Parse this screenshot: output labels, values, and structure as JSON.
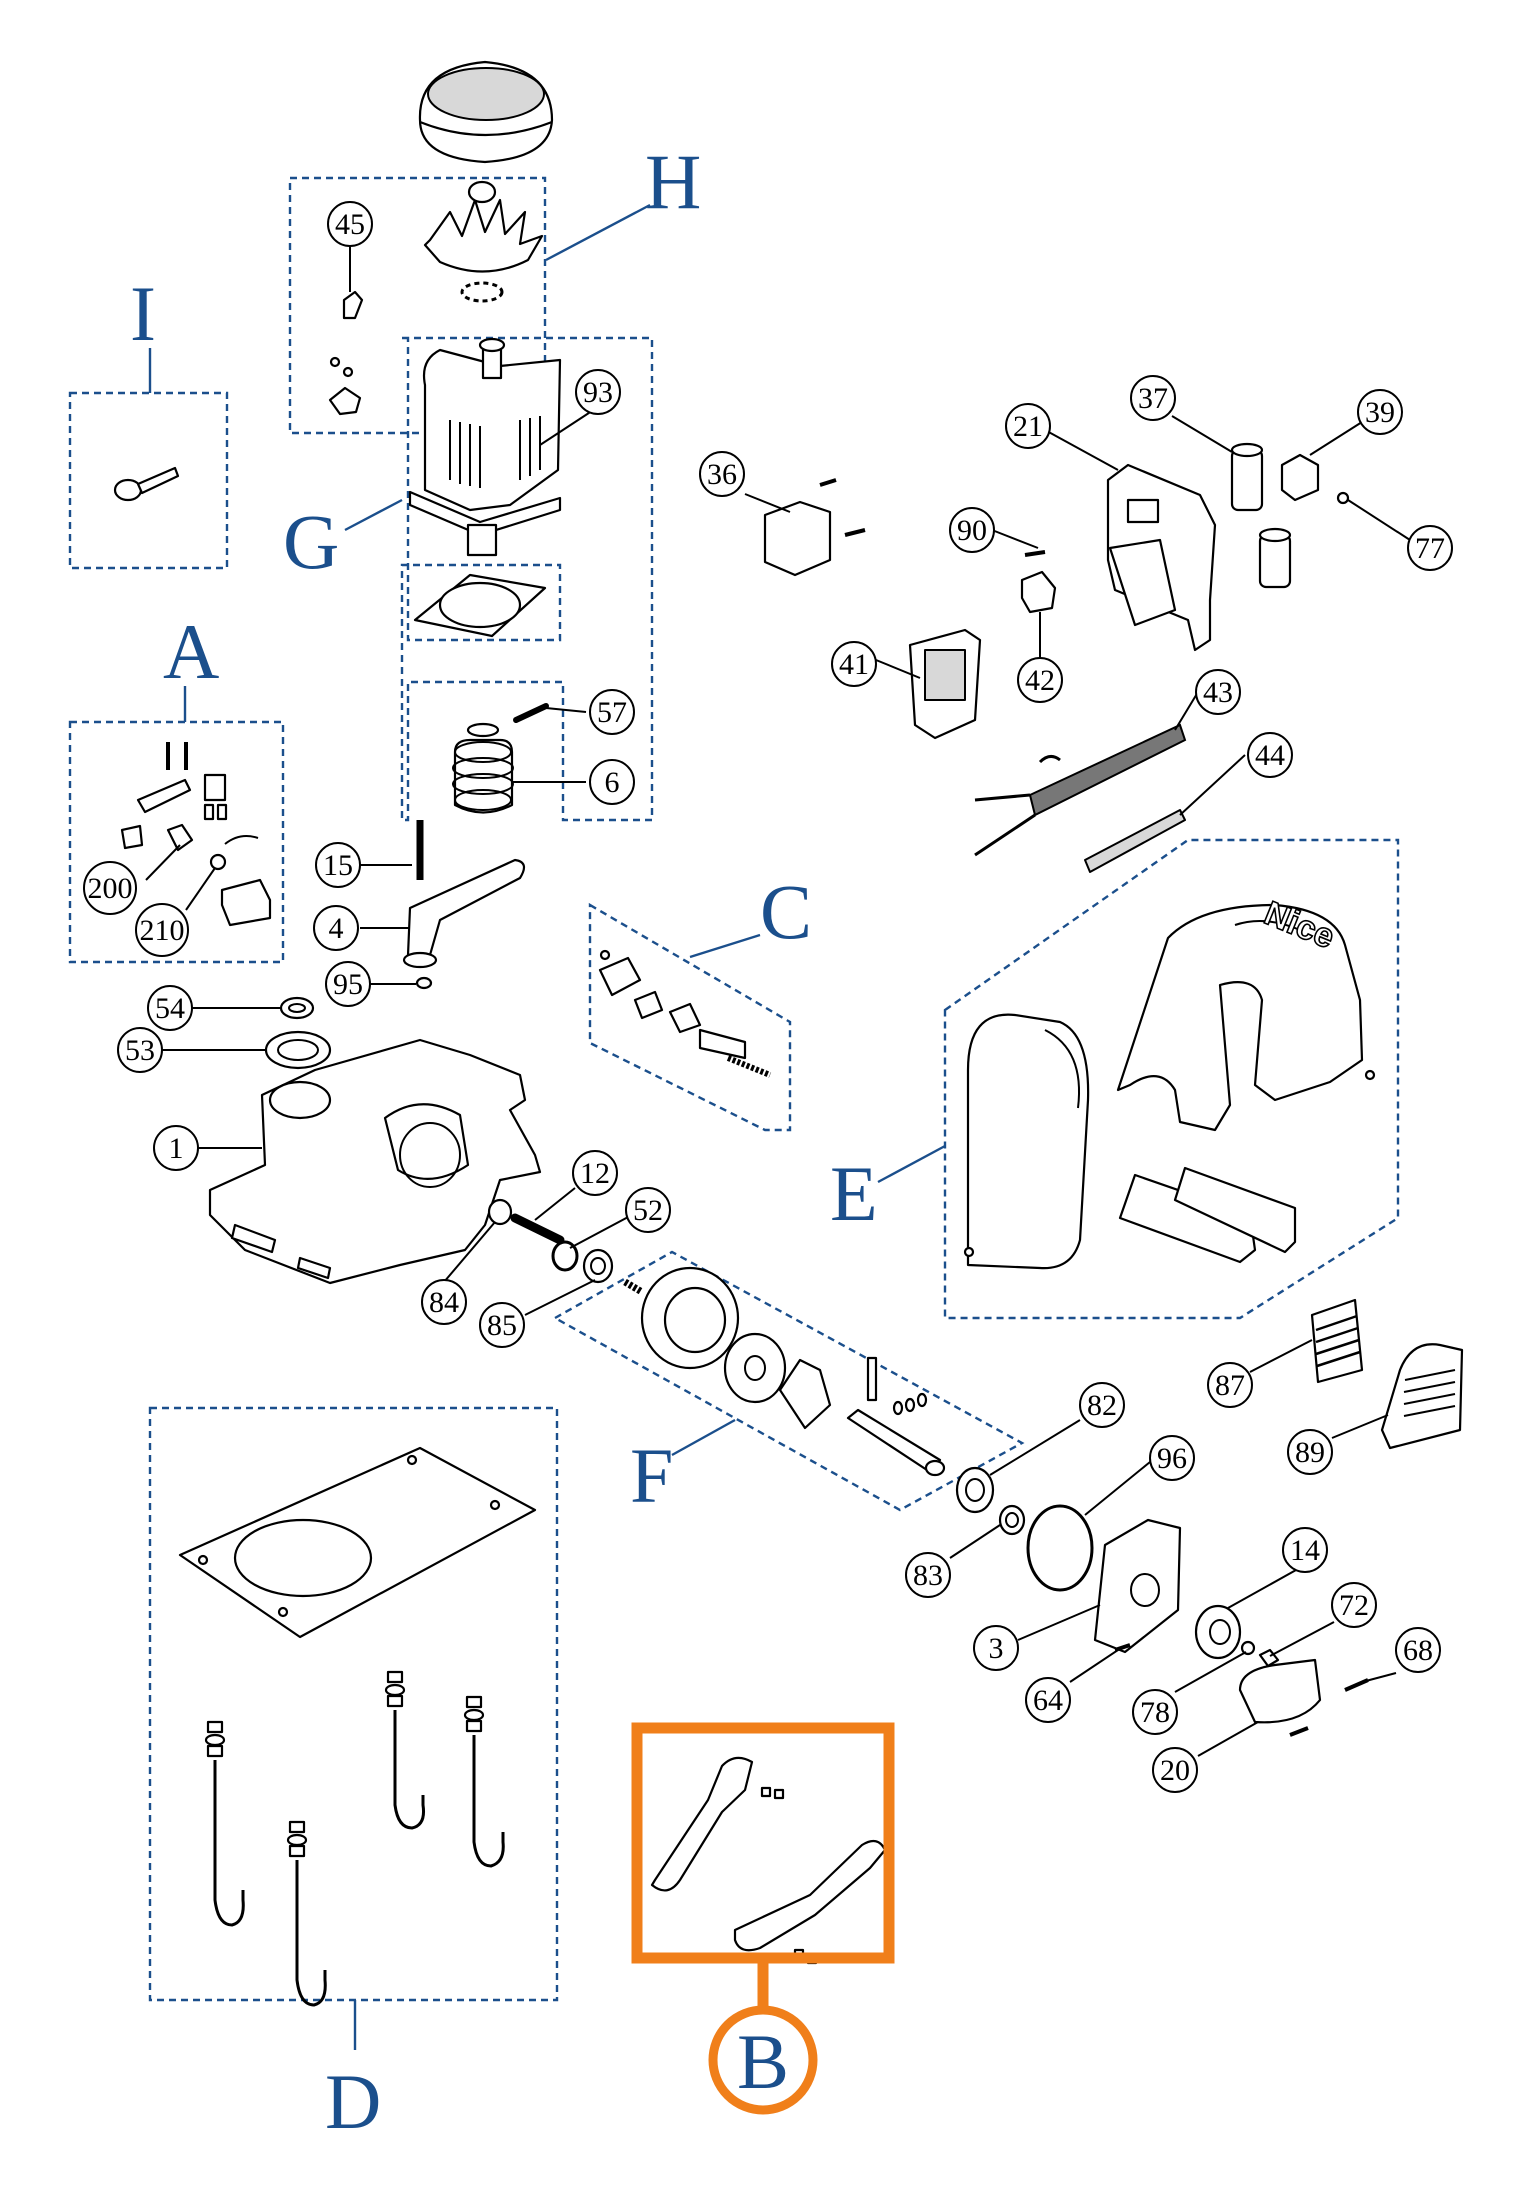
{
  "colors": {
    "group_blue": "#1b4f8c",
    "highlight_orange": "#f07f1a",
    "line": "#000000"
  },
  "groups": {
    "A": "A",
    "B": "B",
    "C": "C",
    "D": "D",
    "E": "E",
    "F": "F",
    "G": "G",
    "H": "H",
    "I": "I"
  },
  "callouts": {
    "c45": "45",
    "c93": "93",
    "c36": "36",
    "c21": "21",
    "c37": "37",
    "c39": "39",
    "c77": "77",
    "c90": "90",
    "c42": "42",
    "c41": "41",
    "c57": "57",
    "c6": "6",
    "c43": "43",
    "c44": "44",
    "c200": "200",
    "c210": "210",
    "c15": "15",
    "c4": "4",
    "c95": "95",
    "c54": "54",
    "c53": "53",
    "c1": "1",
    "c12": "12",
    "c52": "52",
    "c84": "84",
    "c85": "85",
    "c82": "82",
    "c96": "96",
    "c87": "87",
    "c89": "89",
    "c83": "83",
    "c14": "14",
    "c3": "3",
    "c72": "72",
    "c68": "68",
    "c64": "64",
    "c78": "78",
    "c20": "20"
  },
  "brand_mark": "Nice"
}
